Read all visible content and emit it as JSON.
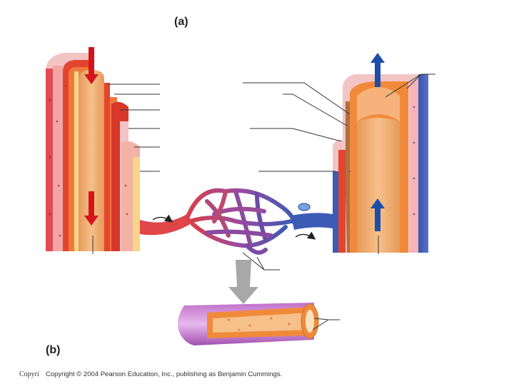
{
  "panels": {
    "a_label": "(a)",
    "b_label": "(b)"
  },
  "figure_parts": [
    "artery-cutaway",
    "capillary-bed",
    "vein-cutaway",
    "capillary-cross-section"
  ],
  "flow": {
    "artery_direction": "down",
    "vein_direction": "up"
  },
  "colors": {
    "artery_red": "#d8443a",
    "artery_dark": "#b3261e",
    "muscle_orange": "#f08a3a",
    "lumen_tan": "#f3b27a",
    "vein_blue": "#3b5bb5",
    "capillary_purple": "#8a4a9e",
    "arrow_red": "#d4141a",
    "arrow_blue": "#1d4fa8",
    "leader_line": "#222222"
  },
  "credit": {
    "short": "Copyri",
    "full": "Copyright © 2004 Pearson Education, Inc., publishing as Benjamin Cummings."
  }
}
